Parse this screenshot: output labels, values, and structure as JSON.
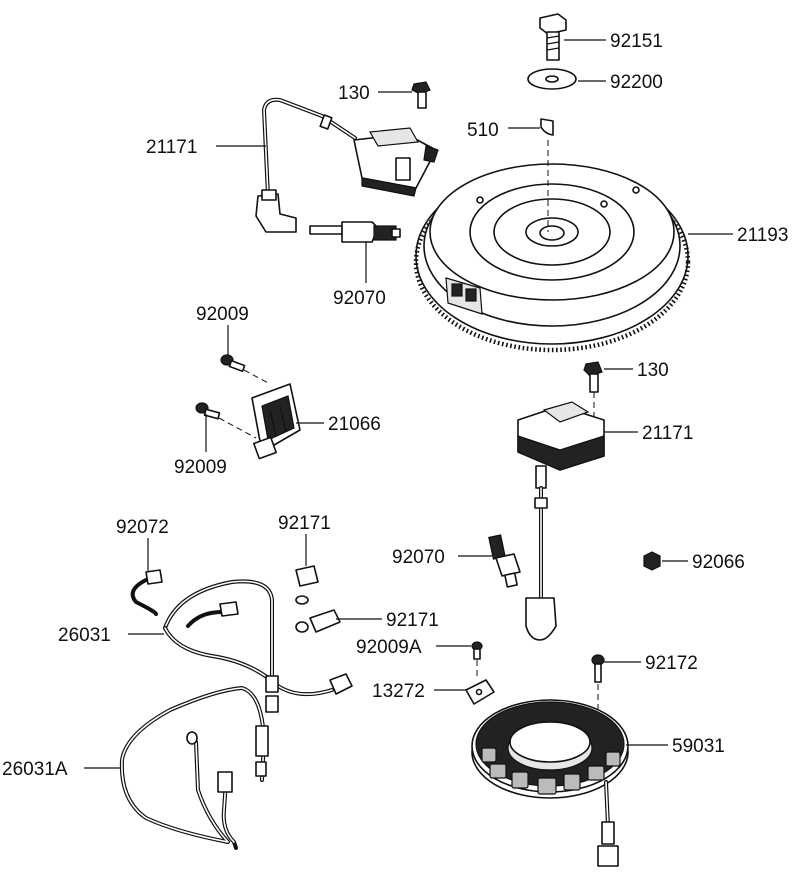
{
  "labels": {
    "p92151": "92151",
    "p92200": "92200",
    "p130a": "130",
    "p510": "510",
    "p21171a": "21171",
    "p21193": "21193",
    "p92070a": "92070",
    "p92009a": "92009",
    "p21066": "21066",
    "p92009b": "92009",
    "p130b": "130",
    "p21171b": "21171",
    "p92072": "92072",
    "p92171a": "92171",
    "p92070b": "92070",
    "p92066": "92066",
    "p26031": "26031",
    "p92171b": "92171",
    "p92009A": "92009A",
    "p92172": "92172",
    "p13272": "13272",
    "p59031": "59031",
    "p26031A": "26031A"
  },
  "colors": {
    "line": "#111111",
    "background": "#ffffff"
  }
}
